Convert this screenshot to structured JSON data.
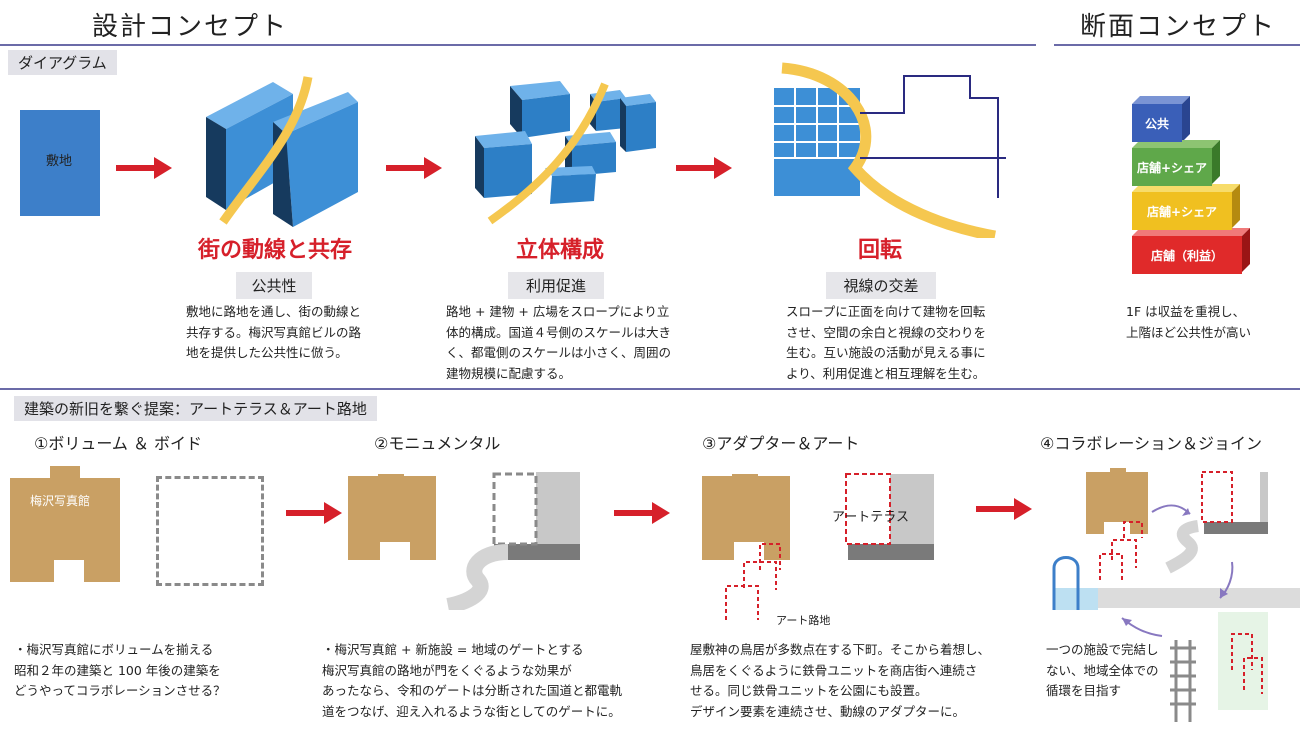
{
  "headers": {
    "design_concept": "設計コンセプト",
    "section_concept": "断面コンセプト"
  },
  "diagram_tag": "ダイアグラム",
  "site_label": "敷地",
  "concepts": [
    {
      "title": "街の動線と共存",
      "subtitle": "公共性",
      "body": [
        "敷地に路地を通し、街の動線と",
        "共存する。梅沢写真館ビルの路",
        "地を提供した公共性に倣う。"
      ]
    },
    {
      "title": "立体構成",
      "subtitle": "利用促進",
      "body": [
        "路地 + 建物 + 広場をスロープにより立",
        "体的構成。国道４号側のスケールは大き",
        "く、都電側のスケールは小さく、周囲の",
        "建物規模に配慮する。"
      ]
    },
    {
      "title": "回転",
      "subtitle": "視線の交差",
      "body": [
        "スロープに正面を向けて建物を回転",
        "させ、空間の余白と視線の交わりを",
        "生む。互い施設の活動が見える事に",
        "より、利用促進と相互理解を生む。"
      ]
    }
  ],
  "section_stack": {
    "layers": [
      {
        "label": "公共",
        "color": "#3a5fb8"
      },
      {
        "label": "店舗+シェア",
        "color": "#5fa84a"
      },
      {
        "label": "店舗+シェア",
        "color": "#f0c020"
      },
      {
        "label": "店舗（利益）",
        "color": "#e02a2a"
      }
    ],
    "caption": [
      "1F は収益を重視し、",
      "上階ほど公共性が高い"
    ]
  },
  "proposal_tag": "建築の新旧を繋ぐ提案：アートテラス＆アート路地",
  "steps": [
    {
      "title": "①ボリューム ＆ ボイド",
      "body": [
        "・梅沢写真館にボリュームを揃える",
        "昭和２年の建築と 100 年後の建築を",
        "どうやってコラボレーションさせる？"
      ]
    },
    {
      "title": "②モニュメンタル",
      "body": [
        "・梅沢写真館 + 新施設 = 地域のゲートとする",
        "梅沢写真館の路地が門をくぐるような効果が",
        "あったなら、令和のゲートは分断された国道と都電軌",
        "道をつなげ、迎え入れるような街としてのゲートに。"
      ]
    },
    {
      "title": "③アダプター＆アート",
      "body": [
        "屋敷神の鳥居が多数点在する下町。そこから着想し、",
        "鳥居をくぐるように鉄骨ユニットを商店街へ連続さ",
        "せる。同じ鉄骨ユニットを公園にも設置。",
        "デザイン要素を連続させ、動線のアダプターに。"
      ]
    },
    {
      "title": "④コラボレーション＆ジョイン",
      "body": [
        "一つの施設で完結し",
        "ない、地域全体での",
        "循環を目指す"
      ]
    }
  ],
  "labels": {
    "umezawa": "梅沢写真館",
    "art_terrace": "アートテラス",
    "art_alley": "アート路地"
  },
  "colors": {
    "blue": "#3d7fc9",
    "red": "#d6202a",
    "tan": "#c9a064",
    "gray": "#c8c8c8",
    "yellow": "#f5c74f",
    "navy": "#2a2a80"
  }
}
